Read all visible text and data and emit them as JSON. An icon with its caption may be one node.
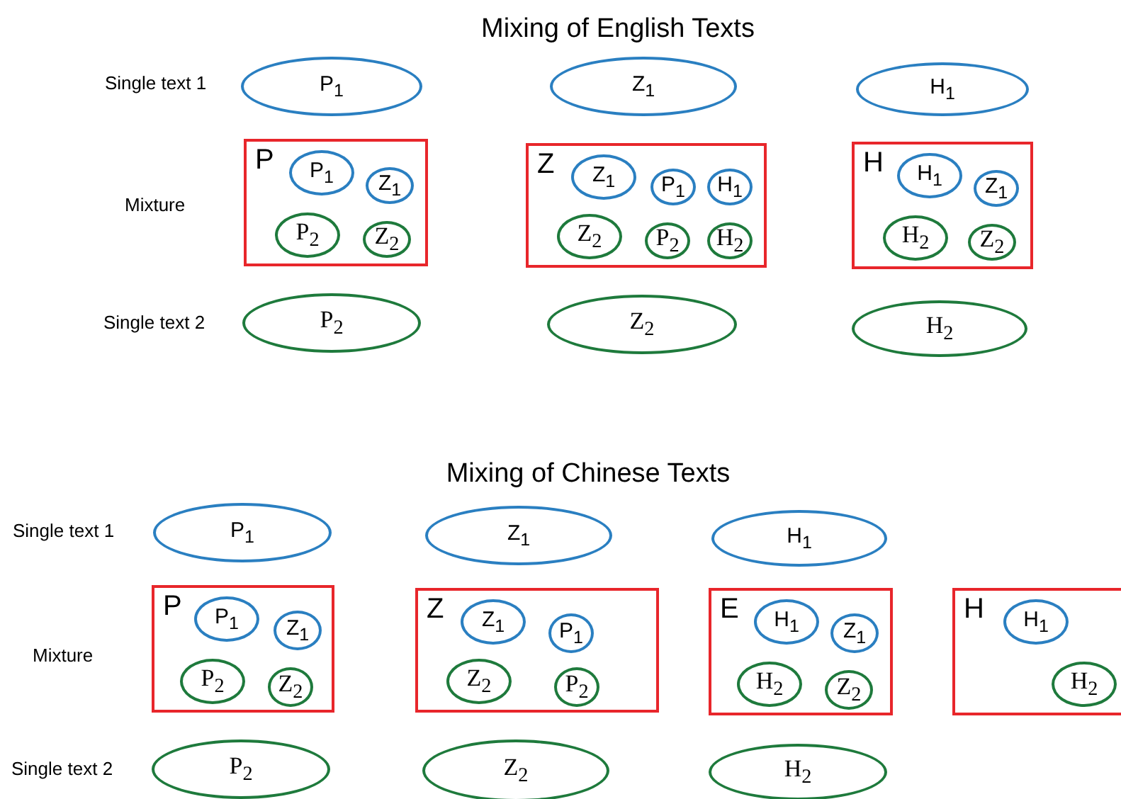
{
  "diagram": {
    "nodes": [
      {
        "text": [
          "P$_{1}$"
        ]
      },
      {
        "text": [
          "Z$_{1}$"
        ]
      },
      {
        "text": [
          "H$_{1}$"
        ]
      },
      {
        "text": [
          "P"
        ]
      },
      {
        "text": [
          "P$_{1}$"
        ],
        "in": 3
      },
      {
        "text": [
          "Z$_{1}$"
        ],
        "in": 3
      },
      {
        "text": [
          "P$_{2}$"
        ],
        "in": 3
      },
      {
        "text": [
          "Z$_{2}$"
        ],
        "in": 3
      },
      {
        "text": [
          "Z"
        ]
      },
      {
        "text": [
          "Z$_{1}$"
        ],
        "in": 8
      },
      {
        "text": [
          "P$_{1}$"
        ],
        "in": 8
      },
      {
        "text": [
          "H$_{1}$"
        ],
        "in": 8
      },
      {
        "text": [
          "Z$_{2}$"
        ],
        "in": 8
      },
      {
        "text": [
          "P$_{2}$"
        ],
        "in": 8
      },
      {
        "text": [
          "H$_{2}$"
        ],
        "in": 8
      },
      {
        "text": [
          "H"
        ]
      },
      {
        "text": [
          "H$_{1}$"
        ],
        "in": 15
      },
      {
        "text": [
          "Z$_{1}$"
        ],
        "in": 15
      },
      {
        "text": [
          "H$_{2}$"
        ],
        "in": 15
      },
      {
        "text": [
          "Z$_{2}$"
        ],
        "in": 15
      },
      {
        "text": [
          "P$_{2}$"
        ]
      },
      {
        "text": [
          "Z$_{2}$"
        ]
      },
      {
        "text": [
          "H$_{2}$"
        ]
      },
      {
        "text": [
          "P$_{1}$"
        ]
      },
      {
        "text": [
          "Z$_{1}$"
        ]
      },
      {
        "text": [
          "H$_{1}$"
        ]
      },
      {
        "text": [
          "P"
        ]
      },
      {
        "text": [
          "P$_{1}$"
        ],
        "in": 26
      },
      {
        "text": [
          "Z$_{1}$"
        ],
        "in": 26
      },
      {
        "text": [
          "P$_{2}$"
        ],
        "in": 26
      },
      {
        "text": [
          "Z$_{2}$"
        ],
        "in": 26
      },
      {
        "text": [
          "Z"
        ]
      },
      {
        "text": [
          "Z$_{1}$"
        ],
        "in": 31
      },
      {
        "text": [
          "P$_{1}$"
        ],
        "in": 31
      },
      {
        "text": [
          "Z$_{2}$"
        ],
        "in": 31
      },
      {
        "text": [
          "P$_{2}$"
        ],
        "in": 31
      },
      {
        "text": [
          "E"
        ]
      },
      {
        "text": [
          "H$_{1}$"
        ],
        "in": 36
      },
      {
        "text": [
          "Z$_{1}$"
        ],
        "in": 36
      },
      {
        "text": [
          "H$_{2}$"
        ],
        "in": 36
      },
      {
        "text": [
          "Z$_{2}$"
        ],
        "in": 36
      },
      {
        "text": [
          "H"
        ]
      },
      {
        "text": [
          "H$_{1}$"
        ],
        "in": 41
      },
      {
        "text": [
          "H$_{2}$"
        ],
        "in": 41
      },
      {
        "text": [
          "P$_{2}$"
        ]
      },
      {
        "text": [
          "Z$_{2}$"
        ]
      },
      {
        "text": [
          "H$_{2}$"
        ]
      }
    ],
    "edges": [],
    "labels": [
      "Mixing of English Texts",
      "Single text 1",
      "Mixture",
      "Single text 2",
      "Mixing of Chinese Texts",
      "Single text 1",
      "Mixture",
      "Single text 2"
    ]
  }
}
